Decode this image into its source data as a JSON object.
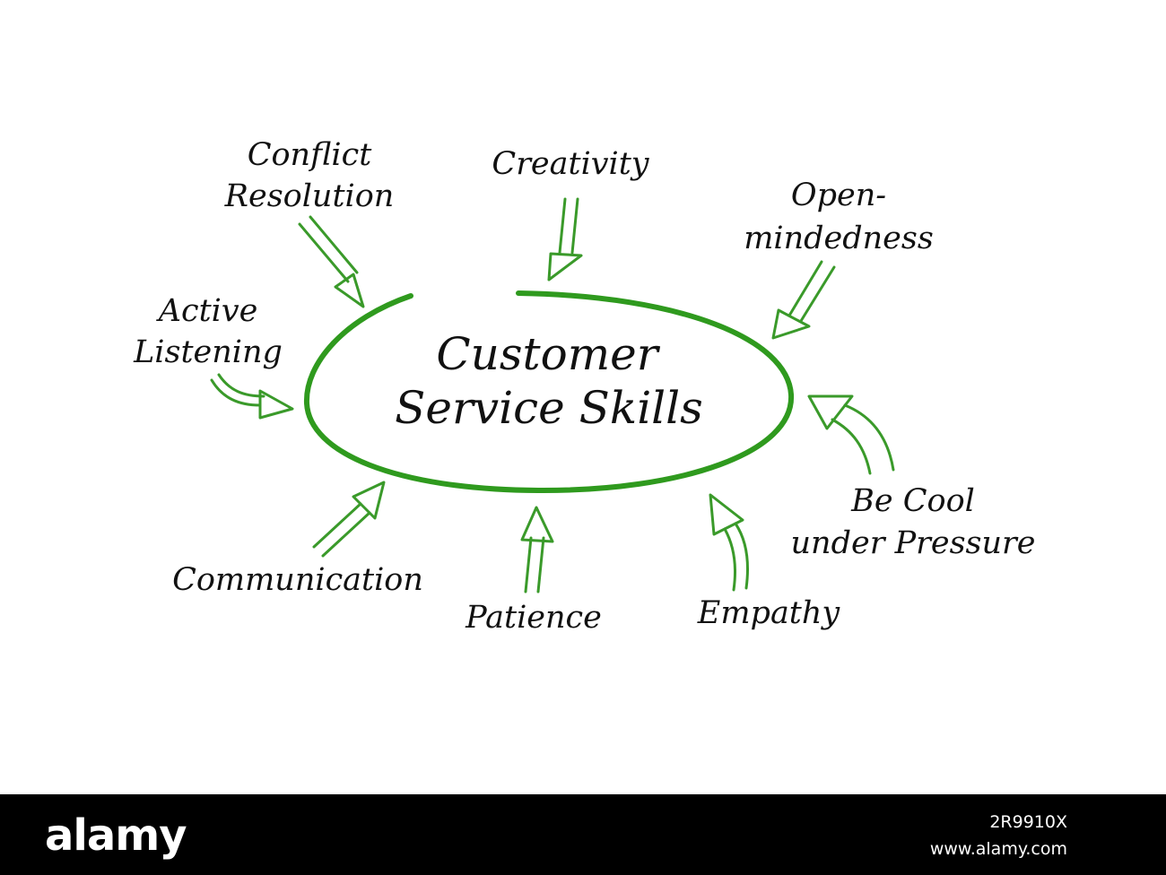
{
  "diagram": {
    "center": {
      "line1": "Customer",
      "line2": "Service Skills"
    },
    "skills": {
      "conflict_resolution": [
        "Conflict",
        "Resolution"
      ],
      "creativity": [
        "Creativity"
      ],
      "open_mindedness": [
        "Open-",
        "mindedness"
      ],
      "active_listening": [
        "Active",
        "Listening"
      ],
      "be_cool": [
        "Be Cool",
        "under Pressure"
      ],
      "communication": [
        "Communication"
      ],
      "patience": [
        "Patience"
      ],
      "empathy": [
        "Empathy"
      ]
    },
    "colors": {
      "accent": "#2f9a1e",
      "arrow": "#3a9a2a",
      "text": "#111111"
    }
  },
  "footer": {
    "logo": "alamy",
    "image_id": "2R9910X",
    "url": "www.alamy.com"
  }
}
